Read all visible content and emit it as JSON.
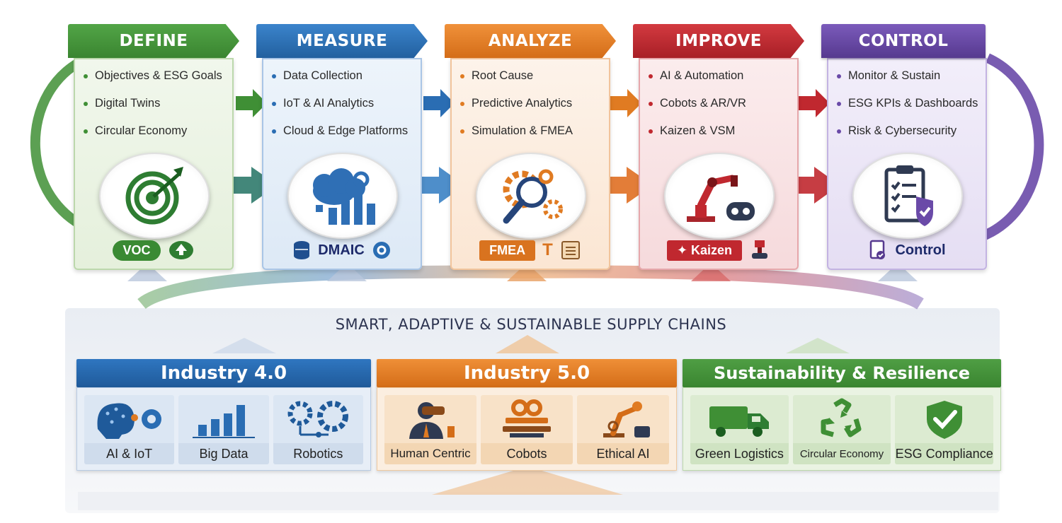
{
  "phases": [
    {
      "id": "define",
      "title": "DEFINE",
      "color": "#3f8f35",
      "items": [
        "Objectives & ESG Goals",
        "Digital Twins",
        "Circular Economy"
      ],
      "icon": "target-icon",
      "tools": [
        "VOC"
      ]
    },
    {
      "id": "measure",
      "title": "MEASURE",
      "color": "#2a6db3",
      "items": [
        "Data Collection",
        "IoT & AI Analytics",
        "Cloud & Edge Platforms"
      ],
      "icon": "cloud-analytics-icon",
      "tools": [
        "DMAIC"
      ]
    },
    {
      "id": "analyze",
      "title": "ANALYZE",
      "color": "#e07b22",
      "items": [
        "Root Cause",
        "Predictive Analytics",
        "Simulation & FMEA"
      ],
      "icon": "magnifier-gears-icon",
      "tools": [
        "FMEA",
        "T"
      ]
    },
    {
      "id": "improve",
      "title": "IMPROVE",
      "color": "#c0282f",
      "items": [
        "AI & Automation",
        "Cobots & AR/VR",
        "Kaizen & VSM"
      ],
      "icon": "robot-arm-icon",
      "tools": [
        "Kaizen"
      ]
    },
    {
      "id": "control",
      "title": "CONTROL",
      "color": "#6a4aa8",
      "items": [
        "Monitor & Sustain",
        "ESG KPIs & Dashboards",
        "Risk & Cybersecurity"
      ],
      "icon": "clipboard-shield-icon",
      "tools": [
        "Control"
      ]
    }
  ],
  "foundation": {
    "title": "SMART, ADAPTIVE & SUSTAINABLE SUPPLY CHAINS"
  },
  "pillars": [
    {
      "id": "industry4",
      "title": "Industry 4.0",
      "color": "#2a6db3",
      "cells": [
        {
          "label": "AI & IoT",
          "icon": "ai-brain-icon"
        },
        {
          "label": "Big Data",
          "icon": "bar-chart-icon"
        },
        {
          "label": "Robotics",
          "icon": "gears-icon"
        }
      ]
    },
    {
      "id": "industry5",
      "title": "Industry 5.0",
      "color": "#e07b22",
      "cells": [
        {
          "label": "Human Centric",
          "icon": "vr-person-icon"
        },
        {
          "label": "Cobots",
          "icon": "cobot-icon"
        },
        {
          "label": "Ethical AI",
          "icon": "robot-arm-icon"
        }
      ]
    },
    {
      "id": "sustainability",
      "title": "Sustainability & Resilience",
      "color": "#3f8f35",
      "cells": [
        {
          "label": "Green Logistics",
          "icon": "truck-icon"
        },
        {
          "label": "Circular Economy",
          "icon": "recycle-icon"
        },
        {
          "label": "ESG Compliance",
          "icon": "shield-check-icon"
        }
      ]
    }
  ]
}
